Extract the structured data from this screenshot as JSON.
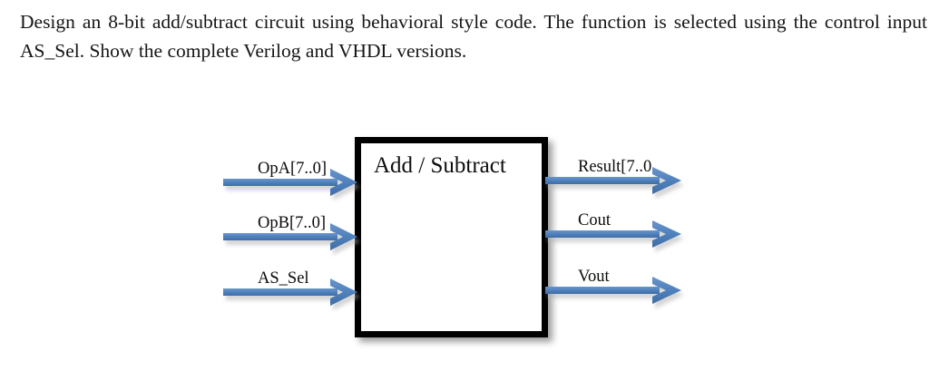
{
  "document": {
    "question_text": "Design an 8-bit add/subtract circuit using behavioral style code.  The function is selected using the control input AS_Sel.  Show the complete Verilog and VHDL versions."
  },
  "diagram": {
    "type": "block-diagram",
    "module_title": "Add / Subtract",
    "arrow_color": "#4f81bd",
    "block_border_color": "#000000",
    "block_fill_color": "#ffffff",
    "inputs": [
      {
        "label": "OpA[7..0]",
        "name": "opa",
        "width": 8,
        "direction": "in"
      },
      {
        "label": "OpB[7..0]",
        "name": "opb",
        "width": 8,
        "direction": "in"
      },
      {
        "label": "AS_Sel",
        "name": "as_sel",
        "width": 1,
        "direction": "in"
      }
    ],
    "outputs": [
      {
        "label": "Result[7..0",
        "name": "result",
        "width": 8,
        "direction": "out"
      },
      {
        "label": "Cout",
        "name": "cout",
        "width": 1,
        "direction": "out"
      },
      {
        "label": "Vout",
        "name": "vout",
        "width": 1,
        "direction": "out"
      }
    ]
  }
}
